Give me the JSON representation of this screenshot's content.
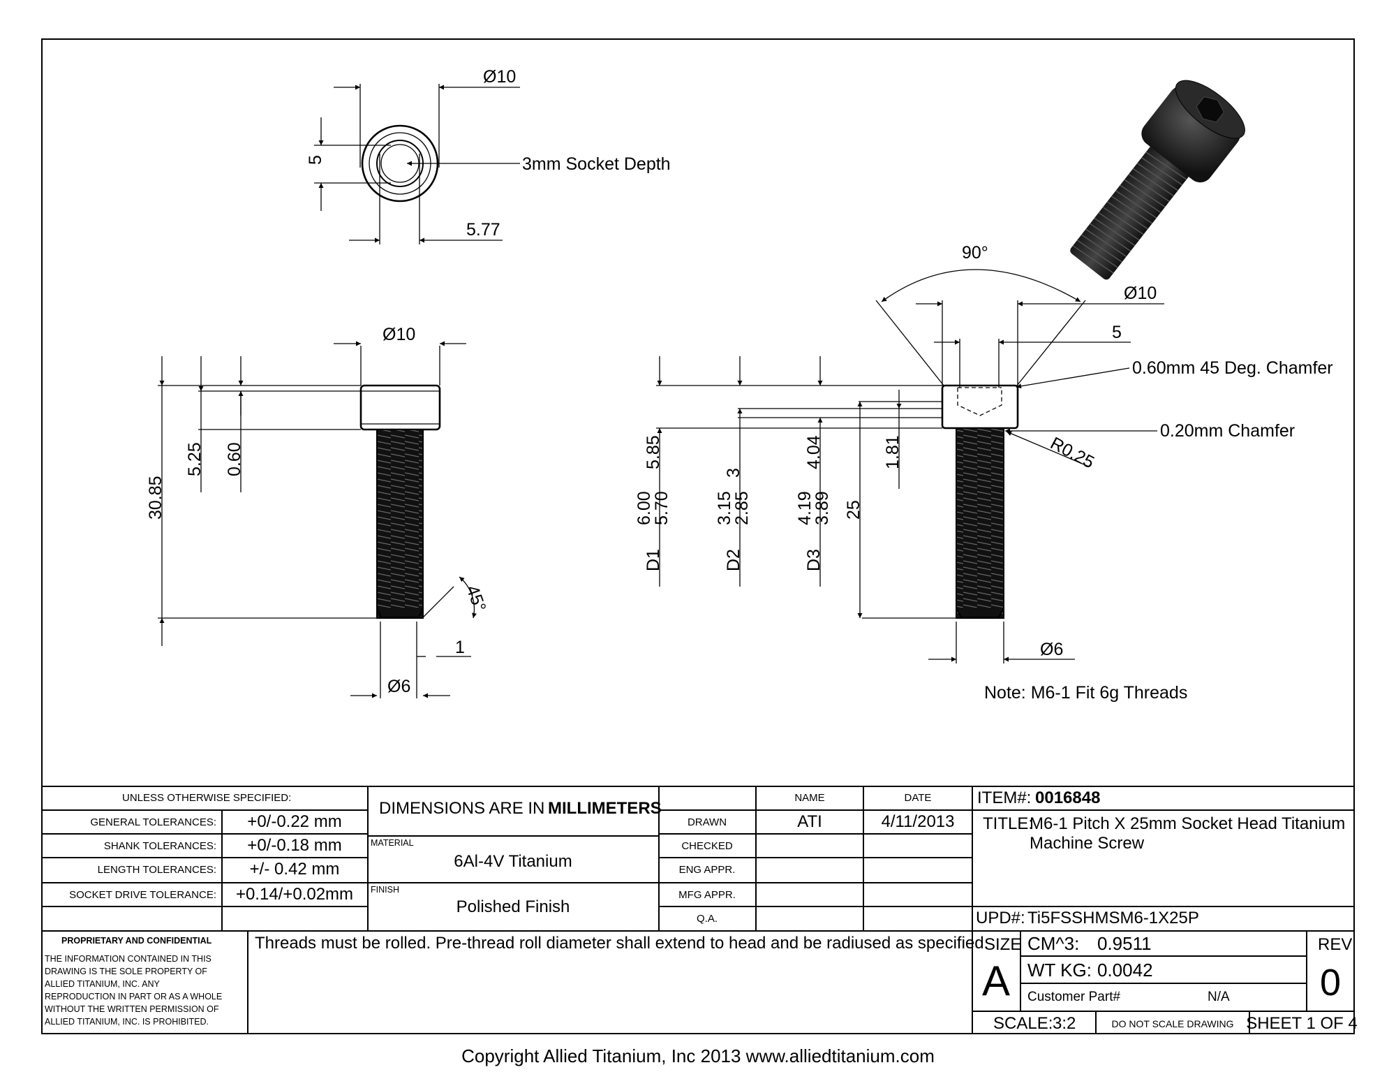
{
  "top_view": {
    "dia": "Ø10",
    "socket": "5",
    "socket_note": "3mm Socket Depth",
    "across": "5.77"
  },
  "side_view": {
    "dia_head": "Ø10",
    "len_total": "30.85",
    "len_525": "5.25",
    "len_060": "0.60",
    "angle": "45°",
    "tip": "1",
    "dia_shank": "Ø6"
  },
  "detail_view": {
    "angle": "90°",
    "dia_head": "Ø10",
    "socket": "5",
    "chamfer_1": "0.60mm 45 Deg. Chamfer",
    "chamfer_2": "0.20mm Chamfer",
    "radius": "R0.25",
    "d585": "5.85",
    "d3": "3",
    "d404": "4.04",
    "d181": "1.81",
    "d25": "25",
    "d1_label": "D1",
    "d1_a": "6.00",
    "d1_b": "5.70",
    "d2_label": "D2",
    "d2_a": "3.15",
    "d2_b": "2.85",
    "d3_label": "D3",
    "d3_a": "4.19",
    "d3_b": "3.89",
    "dia_shank": "Ø6",
    "note": "Note: M6-1 Fit 6g Threads"
  },
  "title_block": {
    "unless": "UNLESS OTHERWISE SPECIFIED:",
    "tol": [
      {
        "label": "GENERAL TOLERANCES:",
        "value": "+0/-0.22 mm"
      },
      {
        "label": "SHANK TOLERANCES:",
        "value": "+0/-0.18 mm"
      },
      {
        "label": "LENGTH TOLERANCES:",
        "value": "+/- 0.42 mm"
      },
      {
        "label": "SOCKET DRIVE TOLERANCE:",
        "value": "+0.14/+0.02mm"
      }
    ],
    "dims_prefix": "DIMENSIONS ARE IN",
    "dims_unit": "MILLIMETERS",
    "material_label": "MATERIAL",
    "material": "6Al-4V Titanium",
    "finish_label": "FINISH",
    "finish": "Polished Finish",
    "name_hdr": "NAME",
    "date_hdr": "DATE",
    "roles": [
      "DRAWN",
      "CHECKED",
      "ENG APPR.",
      "MFG APPR.",
      "Q.A."
    ],
    "drawn_name": "ATI",
    "drawn_date": "4/11/2013",
    "item_label": "ITEM#:",
    "item": "0016848",
    "title_label": "TITLE:",
    "title_1": "M6-1 Pitch X 25mm Socket Head Titanium",
    "title_2": "Machine Screw",
    "upd_label": "UPD#:",
    "upd": "Ti5FSSHMSM6-1X25P",
    "prop_title": "PROPRIETARY AND CONFIDENTIAL",
    "prop_lines": [
      "THE INFORMATION CONTAINED IN THIS",
      "DRAWING IS THE SOLE PROPERTY OF",
      "ALLIED TITANIUM, INC.  ANY",
      "REPRODUCTION IN PART OR AS A WHOLE",
      "WITHOUT THE WRITTEN PERMISSION OF",
      "ALLIED TITANIUM, INC. IS PROHIBITED."
    ],
    "note": "Threads must be rolled. Pre-thread roll diameter shall extend to head and be radiused as specified.",
    "size_label": "SIZE",
    "size": "A",
    "cm3_label": "CM^3:",
    "cm3": "0.9511",
    "wt_label": "WT KG:",
    "wt": "0.0042",
    "cust_label": "Customer Part#",
    "cust": "N/A",
    "rev_label": "REV",
    "rev": "0",
    "scale_label": "SCALE:",
    "scale": "3:2",
    "noscale": "DO NOT SCALE DRAWING",
    "sheet": "SHEET 1 OF 4"
  },
  "copyright": "Copyright Allied Titanium, Inc 2013 www.alliedtitanium.com"
}
